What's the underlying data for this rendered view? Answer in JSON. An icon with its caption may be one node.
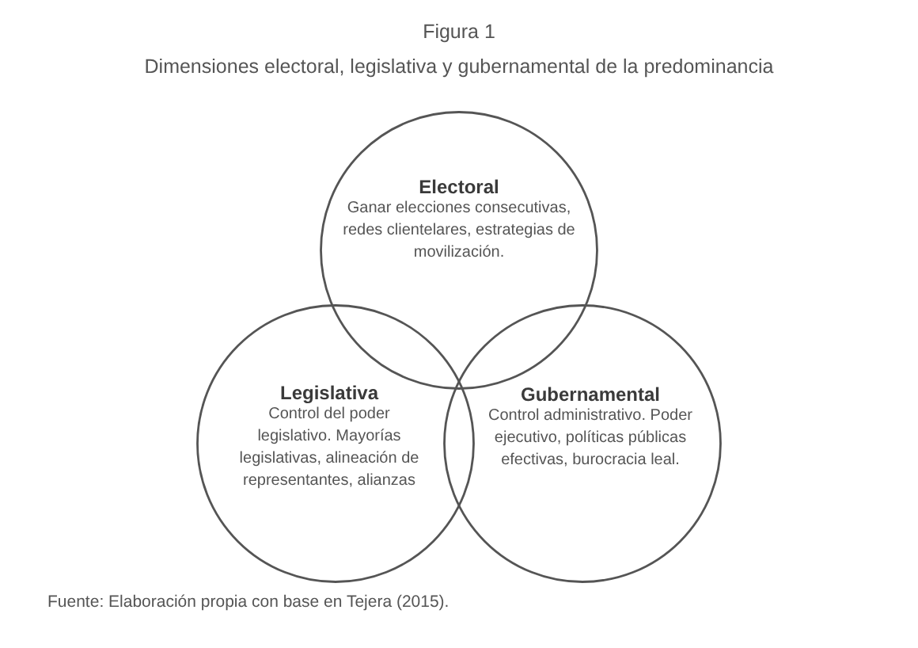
{
  "diagram": {
    "title": "Figura 1",
    "labels": [
      "Dimensiones electoral, legislativa y gubernamental de la predominancia"
    ],
    "nodes": [
      {
        "text": [
          "Electoral",
          "Ganar elecciones consecutivas, redes clientelares, estrategias de movilización."
        ]
      },
      {
        "text": [
          "Legislativa",
          "Control del poder legislativo. Mayorías legislativas, alineación de representantes, alianzas"
        ]
      },
      {
        "text": [
          "Gubernamental",
          "Control administrativo. Poder ejecutivo, políticas públicas efectivas, burocracia leal."
        ]
      }
    ],
    "caption": "Fuente: Elaboración propia con base en Tejera (2015)."
  }
}
